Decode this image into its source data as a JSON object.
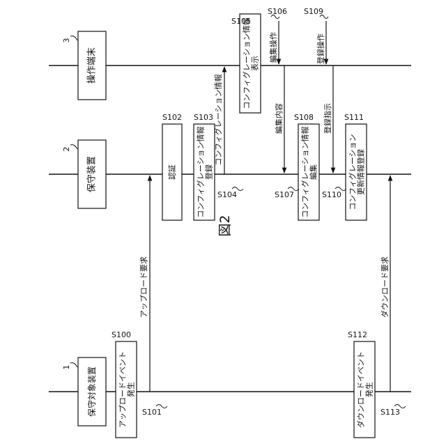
{
  "figure": {
    "title": "図2"
  },
  "lifelines": [
    {
      "id": "operation-terminal",
      "number": "3",
      "label": "操作端末"
    },
    {
      "id": "maintenance-device",
      "number": "2",
      "label": "保守装置"
    },
    {
      "id": "maintained-device",
      "number": "1",
      "label": "保守対象装置"
    }
  ],
  "steps": [
    {
      "id": "S100",
      "text": [
        "アップロードイベント",
        "発生"
      ]
    },
    {
      "id": "S102",
      "text": [
        "認証"
      ]
    },
    {
      "id": "S103",
      "text": [
        "コンフィグレーション情報",
        "登録"
      ]
    },
    {
      "id": "S105",
      "text": [
        "コンフィグレーション情報",
        "表示"
      ]
    },
    {
      "id": "S108",
      "text": [
        "コンフィグレーション情報",
        "編集"
      ]
    },
    {
      "id": "S111",
      "text": [
        "コンフィグレーション",
        "更新情報登録"
      ]
    },
    {
      "id": "S112",
      "text": [
        "ダウンロードイベント",
        "発生"
      ]
    }
  ],
  "messages": [
    {
      "id": "S101",
      "label": "アップロード要求"
    },
    {
      "id": "S104",
      "label": "コンフィグレーション情報"
    },
    {
      "id": "S106",
      "label": "編集操作"
    },
    {
      "id": "S107",
      "label": "編集内容"
    },
    {
      "id": "S109",
      "label": "登録操作"
    },
    {
      "id": "S110",
      "label": "登録指示"
    },
    {
      "id": "S113",
      "label": "ダウンロード要求"
    }
  ]
}
